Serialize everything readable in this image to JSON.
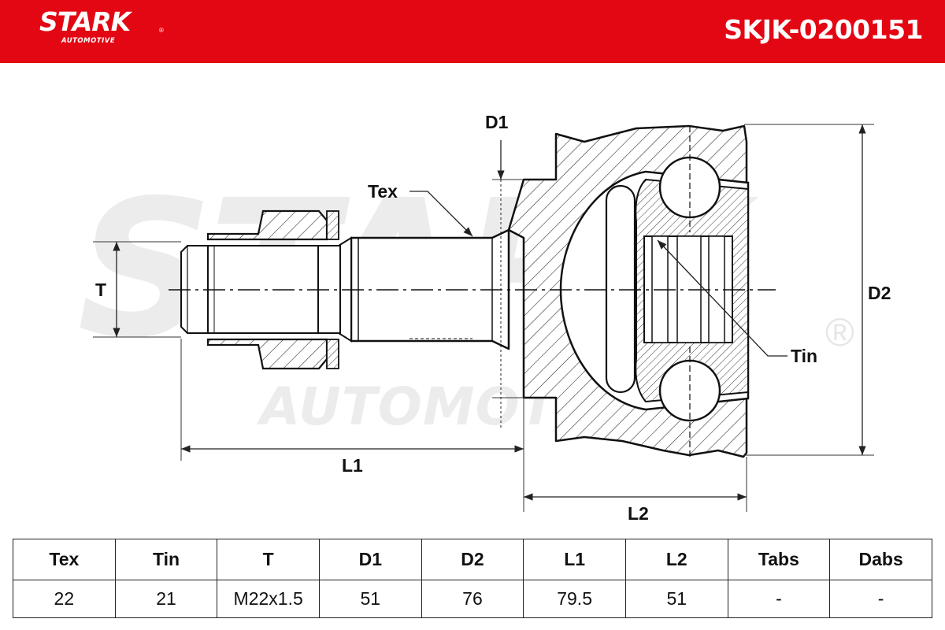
{
  "header": {
    "brand": "STARK",
    "brand_sub": "AUTOMOTIVE",
    "registered": "®",
    "part_number": "SKJK-0200151",
    "color": "#e30613"
  },
  "watermark": {
    "main": "STARK",
    "sub": "AUTOMOTIVE",
    "registered": "®"
  },
  "diagram": {
    "labels": {
      "tex": "Tex",
      "tin": "Tin",
      "t": "T",
      "d1": "D1",
      "d2": "D2",
      "l1": "L1",
      "l2": "L2"
    }
  },
  "spec_table": {
    "headers": [
      "Tex",
      "Tin",
      "T",
      "D1",
      "D2",
      "L1",
      "L2",
      "Tabs",
      "Dabs"
    ],
    "values": [
      "22",
      "21",
      "M22x1.5",
      "51",
      "76",
      "79.5",
      "51",
      "-",
      "-"
    ]
  }
}
